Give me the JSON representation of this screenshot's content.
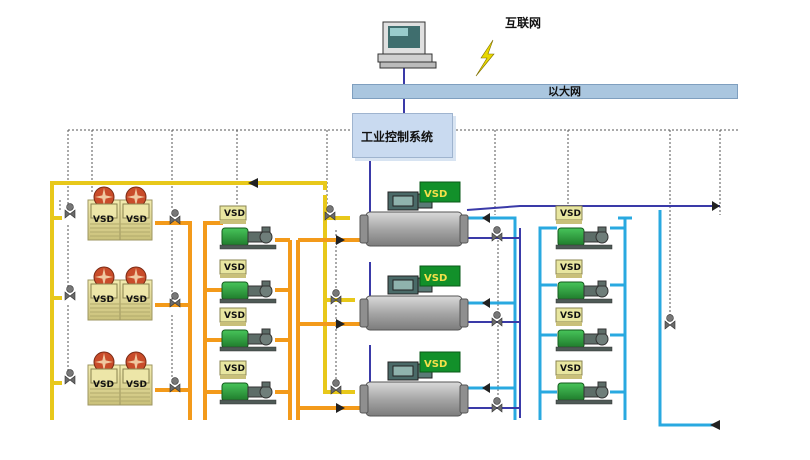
{
  "network": {
    "internet_label": "互联网",
    "ethernet_label": "以大网",
    "control_system_label": "工业控制系统"
  },
  "device_labels": {
    "vsd": "VSD"
  },
  "colors": {
    "yellow_pipe": "#e8c81a",
    "orange_pipe": "#f39a1a",
    "cyan_pipe": "#29a9e0",
    "navy_line": "#3a3aa8",
    "control_line": "#3fbf3f",
    "vsd_tag": "#e8e6a0",
    "vsd_green": "#1f9a2a",
    "chiller_body": "#a6a6a6",
    "ethernet_bar": "#aac6df",
    "ics_box": "#c9daf0"
  },
  "icons": [
    "computer-icon",
    "lightning-icon",
    "cooling-tower-icon",
    "pump-icon",
    "chiller-icon",
    "valve-icon"
  ]
}
